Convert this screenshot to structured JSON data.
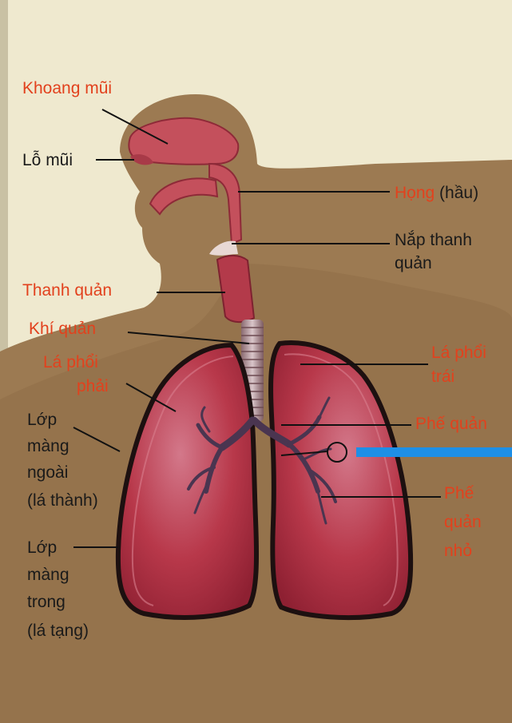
{
  "labels": {
    "khoang_mui": "Khoang mũi",
    "lo_mui": "Lỗ mũi",
    "hong": "Họng",
    "hong_note": "(hầu)",
    "nap_thanh_quan_1": "Nắp thanh",
    "nap_thanh_quan_2": "quản",
    "thanh_quan": "Thanh quản",
    "khi_quan": "Khí quản",
    "la_phoi_phai_1": "Lá phổi",
    "la_phoi_phai_2": "phải",
    "la_phoi_trai_1": "Lá phổi",
    "la_phoi_trai_2": "trái",
    "phe_quan": "Phế quản",
    "lop_ngoai_1": "Lớp",
    "lop_ngoai_2": "màng",
    "lop_ngoai_3": "ngoài",
    "lop_ngoai_4": "(lá thành)",
    "phe_quan_nho_1": "Phế",
    "phe_quan_nho_2": "quản",
    "phe_quan_nho_3": "nhỏ",
    "lop_trong_1": "Lớp",
    "lop_trong_2": "màng",
    "lop_trong_3": "trong",
    "lop_trong_4": "(lá tạng)"
  },
  "colors": {
    "label_red": "#e2411d",
    "label_black": "#1a1a1a",
    "lung": "#b8384a",
    "silhouette": "#9c7a52",
    "pointer_blue": "#1e8fe6"
  }
}
